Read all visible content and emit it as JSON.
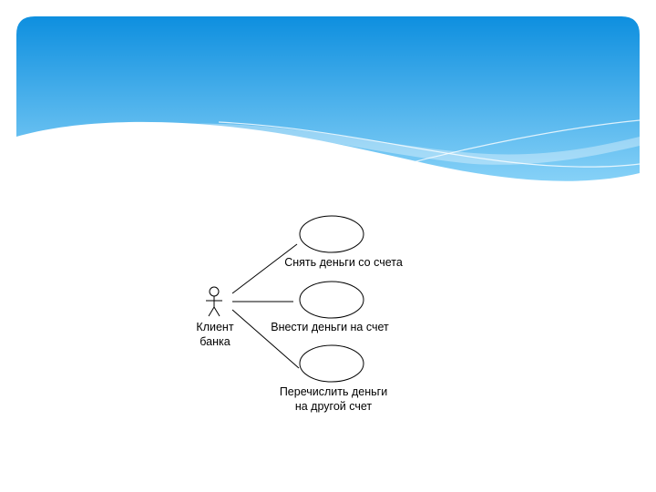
{
  "colors": {
    "banner_top": "#0e8fdf",
    "banner_bottom": "#7fcdf6",
    "wave_light": "#ffffff",
    "ink": "#000000"
  },
  "diagram": {
    "actor": {
      "icon": "stick-figure-icon",
      "label_line1": "Клиент",
      "label_line2": "банка"
    },
    "use_cases": [
      {
        "label_line1": "Снять деньги со счета",
        "label_line2": ""
      },
      {
        "label_line1": "Внести деньги на счет",
        "label_line2": ""
      },
      {
        "label_line1": "Перечислить деньги",
        "label_line2": "на другой счет"
      }
    ]
  }
}
